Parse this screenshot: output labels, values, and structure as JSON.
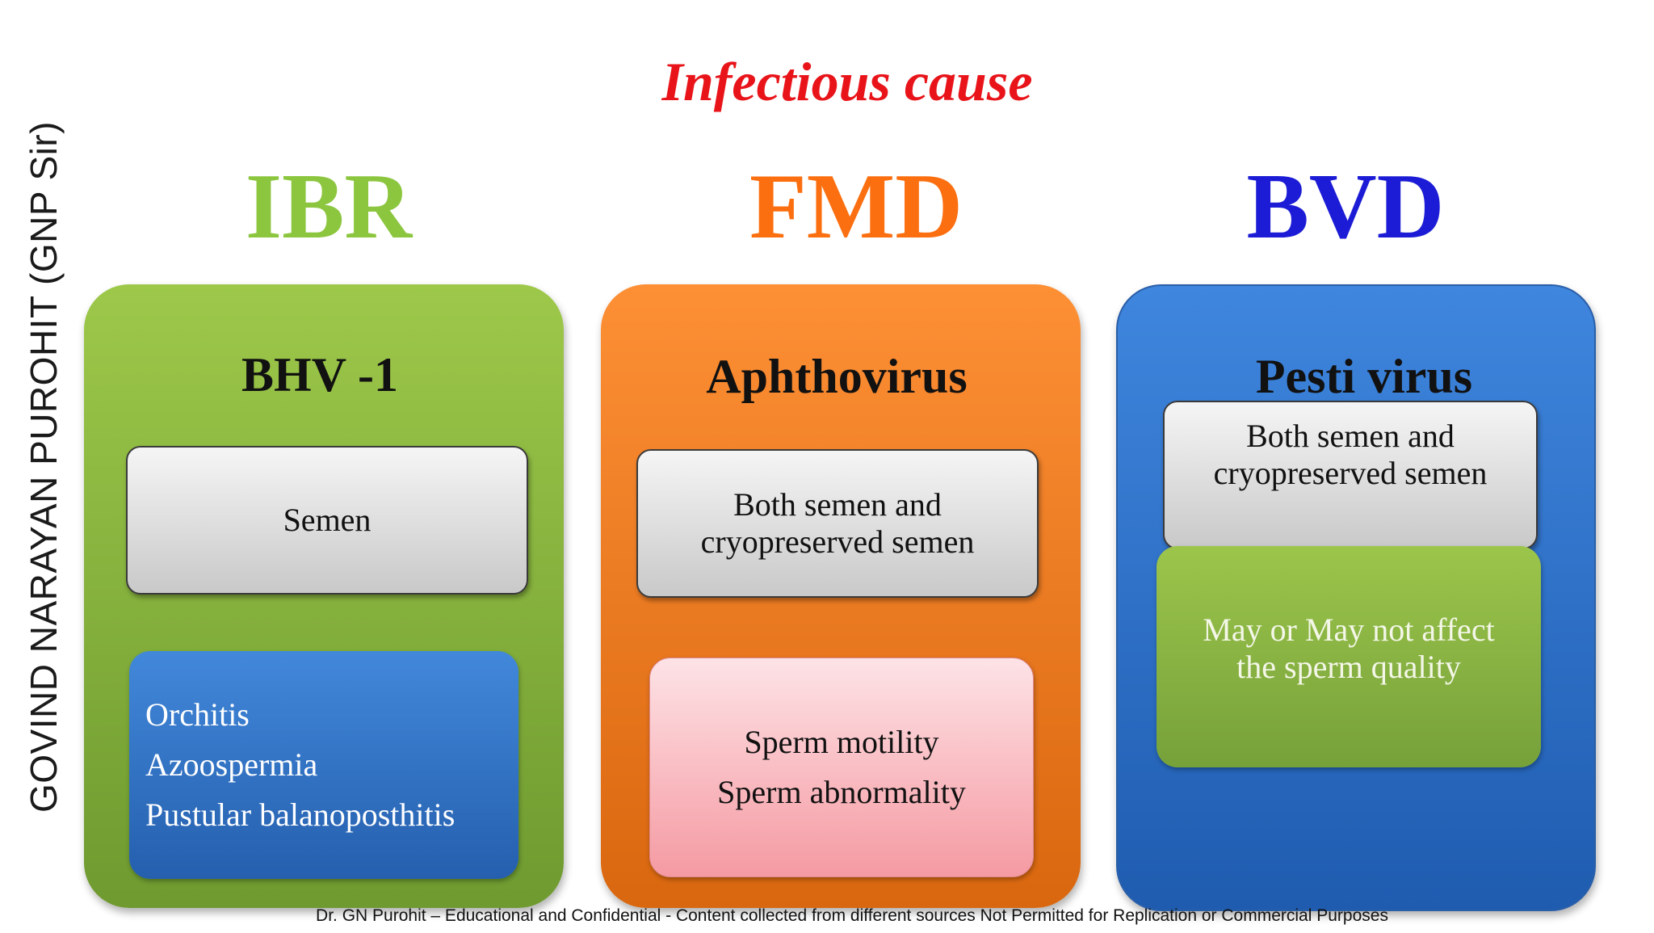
{
  "side_credit": "GOVIND NARAYAN PUROHIT (GNP Sir)",
  "title": "Infectious cause",
  "columns": [
    {
      "heading": "IBR",
      "heading_color": "#8cc63f",
      "agent": "BHV -1",
      "transmission": "Semen",
      "effects": [
        "Orchitis",
        "Azoospermia",
        "Pustular  balanoposthitis"
      ]
    },
    {
      "heading": "FMD",
      "heading_color": "#fb6f10",
      "agent": "Aphthovirus",
      "transmission_lines": [
        "Both semen and",
        "cryopreserved semen"
      ],
      "effects": [
        "Sperm motility",
        "Sperm abnormality"
      ]
    },
    {
      "heading": "BVD",
      "heading_color": "#1c1cd6",
      "agent": "Pesti virus",
      "transmission_lines": [
        "Both semen and",
        "cryopreserved semen"
      ],
      "effects": [
        "May or May not affect",
        "the sperm quality"
      ]
    }
  ],
  "footer": "Dr. GN Purohit – Educational and Confidential - Content  collected from different sources Not Permitted for Replication or Commercial Purposes"
}
